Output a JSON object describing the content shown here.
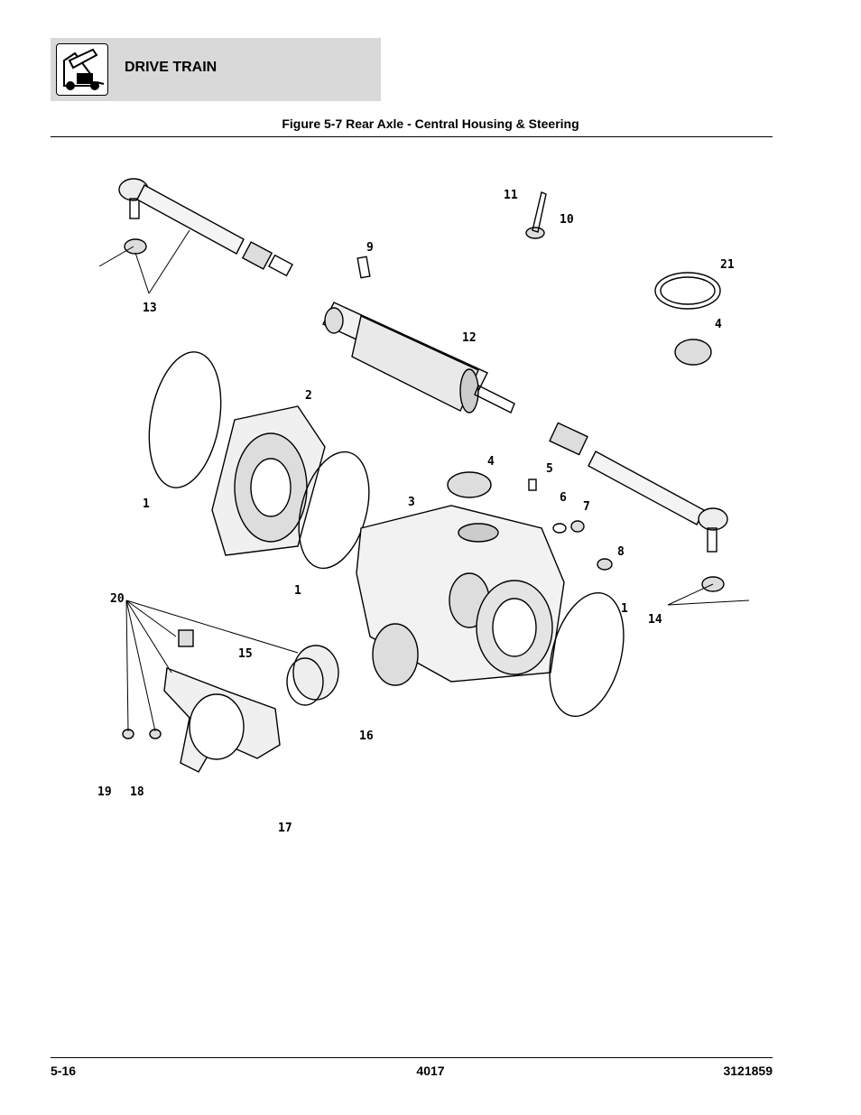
{
  "header": {
    "section_title": "DRIVE TRAIN",
    "logo_icon": "telehandler-icon"
  },
  "figure": {
    "title": "Figure 5-7 Rear Axle - Central Housing & Steering",
    "callouts": [
      "1",
      "1",
      "1",
      "2",
      "3",
      "4",
      "4",
      "5",
      "6",
      "7",
      "8",
      "9",
      "10",
      "11",
      "12",
      "13",
      "14",
      "15",
      "16",
      "17",
      "18",
      "19",
      "20",
      "21"
    ]
  },
  "footer": {
    "page_number": "5-16",
    "model": "4017",
    "part_number": "3121859"
  }
}
